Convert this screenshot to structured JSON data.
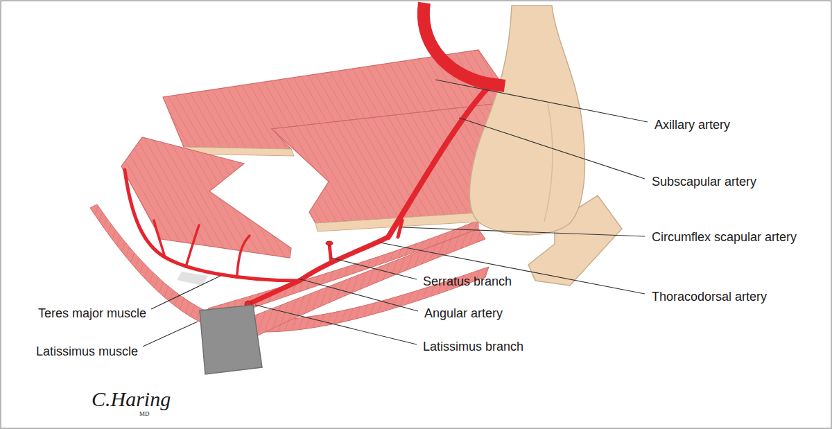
{
  "diagram": {
    "labels": [
      "Axillary artery",
      "Subscapular artery",
      "Circumflex scapular artery",
      "Thoracodorsal artery",
      "Serratus branch",
      "Angular artery",
      "Latissimus branch",
      "Teres major muscle",
      "Latissimus muscle",
      "C.Haring",
      "MD"
    ]
  }
}
